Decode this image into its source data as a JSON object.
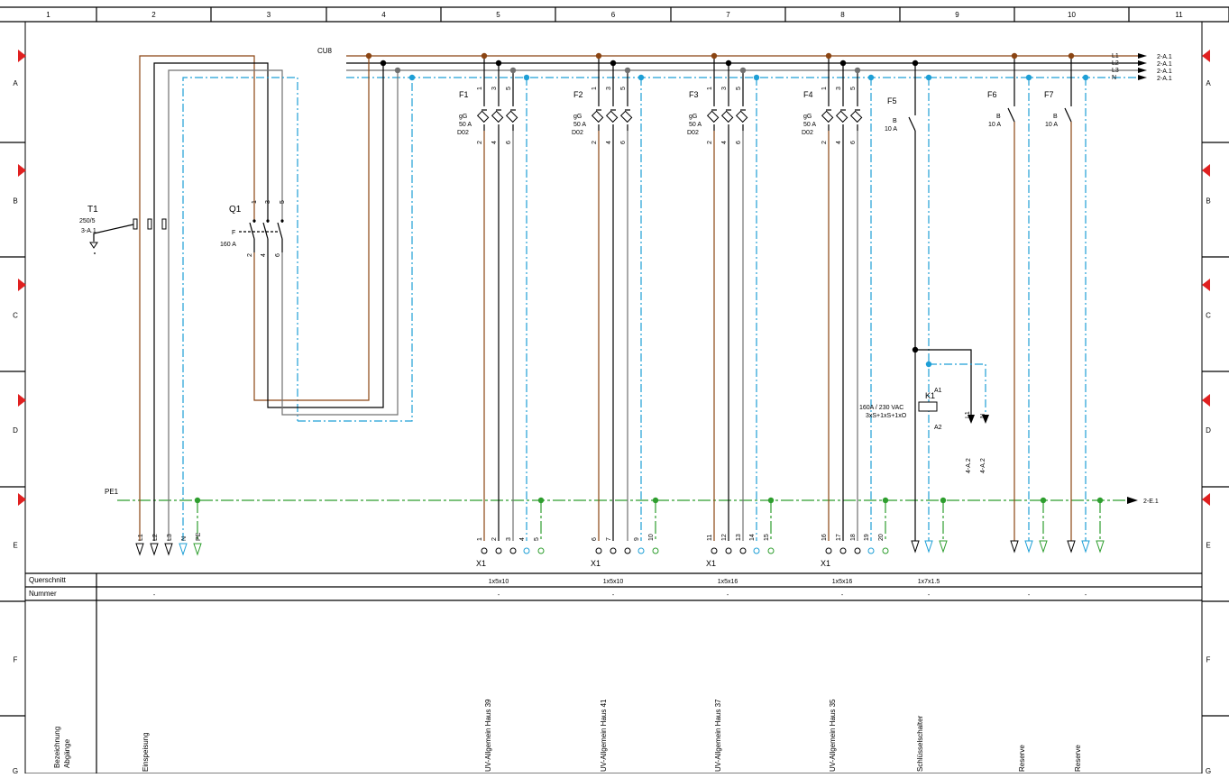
{
  "colors": {
    "L1": "#8B4513",
    "L2": "#000000",
    "L3": "#707070",
    "N": "#1E9FD6",
    "PE": "#2E9E2E",
    "frame": "#000000",
    "marker": "#E02020"
  },
  "frame": {
    "columns": [
      "1",
      "2",
      "3",
      "4",
      "5",
      "6",
      "7",
      "8",
      "9",
      "10",
      "11"
    ],
    "rows": [
      "A",
      "B",
      "C",
      "D",
      "E",
      "F",
      "G"
    ]
  },
  "busbar": {
    "label": "CU8",
    "phase_labels": [
      "L1",
      "L2",
      "L3",
      "N"
    ],
    "refs": [
      "2-A.1",
      "2-A.1",
      "2-A.1",
      "2-A.1"
    ]
  },
  "pe_bus": {
    "label": "PE1",
    "ref": "2-E.1"
  },
  "transformer": {
    "tag": "T1",
    "ratio": "250/5",
    "ref": "3-A.1"
  },
  "main_switch": {
    "tag": "Q1",
    "rating": "160 A",
    "terminals_top": [
      "1",
      "3",
      "5"
    ],
    "terminals_bottom": [
      "2",
      "4",
      "6"
    ]
  },
  "fuses": [
    {
      "tag": "F1",
      "type": "gG",
      "rating": "50 A",
      "size": "D02",
      "term_top": [
        "1",
        "3",
        "5"
      ],
      "term_bottom": [
        "2",
        "4",
        "6"
      ]
    },
    {
      "tag": "F2",
      "type": "gG",
      "rating": "50 A",
      "size": "D02",
      "term_top": [
        "1",
        "3",
        "5"
      ],
      "term_bottom": [
        "2",
        "4",
        "6"
      ]
    },
    {
      "tag": "F3",
      "type": "gG",
      "rating": "50 A",
      "size": "D02",
      "term_top": [
        "1",
        "3",
        "5"
      ],
      "term_bottom": [
        "2",
        "4",
        "6"
      ]
    },
    {
      "tag": "F4",
      "type": "gG",
      "rating": "50 A",
      "size": "D02",
      "term_top": [
        "1",
        "3",
        "5"
      ],
      "term_bottom": [
        "2",
        "4",
        "6"
      ]
    }
  ],
  "breakers": [
    {
      "tag": "F5",
      "char": "B",
      "rating": "10 A"
    },
    {
      "tag": "F6",
      "char": "B",
      "rating": "10 A"
    },
    {
      "tag": "F7",
      "char": "B",
      "rating": "10 A"
    }
  ],
  "contactor": {
    "tag": "K1",
    "spec": "160A / 230 VAC",
    "contacts": "3xS+1xS+1xO",
    "a1": "A1",
    "a2": "A2",
    "refs": [
      "4-A.2",
      "4-A.2"
    ],
    "contact_labels": [
      "L1",
      "N"
    ]
  },
  "infeed_terminals": [
    "L1",
    "L2",
    "L3",
    "N",
    "PE"
  ],
  "terminal_strip": "X1",
  "terminal_numbers": [
    [
      "1",
      "2",
      "3",
      "4",
      "5"
    ],
    [
      "6",
      "7",
      "9",
      "10"
    ],
    [
      "11",
      "12",
      "13",
      "14",
      "15"
    ],
    [
      "16",
      "17",
      "18",
      "19",
      "20"
    ]
  ],
  "table": {
    "row1_label": "Querschnitt",
    "row2_label": "Nummer",
    "desc_label_1": "Bezeichnung",
    "desc_label_2": "Abgänge",
    "cross_sections": [
      "1x5x10",
      "1x5x10",
      "1x5x16",
      "1x5x16",
      "1x7x1.5"
    ],
    "dash": "-",
    "descriptions": [
      "Einspeisung",
      "UV-Allgemein Haus 39",
      "UV-Allgemein Haus 41",
      "UV-Allgemein Haus 37",
      "UV-Allgemein Haus 35",
      "Schlüsselschalter",
      "Reserve",
      "Reserve"
    ]
  }
}
